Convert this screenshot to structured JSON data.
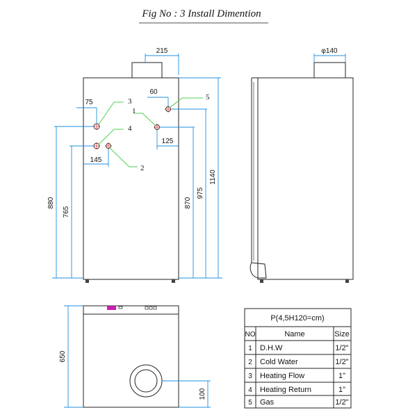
{
  "title": "Fig No : 3  Install  Dimention",
  "front_view": {
    "dims": {
      "top_pipe_width": "215",
      "offset_60": "60",
      "offset_75": "75",
      "offset_125": "125",
      "offset_145": "145",
      "height_880": "880",
      "height_765": "765",
      "height_870": "870",
      "height_975": "975",
      "height_1140": "1140"
    },
    "callouts": {
      "c1": "1",
      "c2": "2",
      "c3": "3",
      "c4": "4",
      "c5": "5"
    }
  },
  "side_view": {
    "flue_diameter": "φ140"
  },
  "bottom_view": {
    "depth": "650",
    "offset_100": "100"
  },
  "table": {
    "caption": "P(4,5H120=cm)",
    "headers": {
      "no": "NO",
      "name": "Name",
      "size": "Size"
    },
    "rows": [
      {
        "no": "1",
        "name": "D.H.W",
        "size": "1/2\""
      },
      {
        "no": "2",
        "name": "Cold Water",
        "size": "1/2\""
      },
      {
        "no": "3",
        "name": "Heating Flow",
        "size": "1\""
      },
      {
        "no": "4",
        "name": "Heating Return",
        "size": "1\""
      },
      {
        "no": "5",
        "name": "Gas",
        "size": "1/2\""
      }
    ]
  },
  "colors": {
    "dimension_blue": "#1f8fe0",
    "leader_green": "#4fd14f",
    "accent_magenta": "#c71fb3"
  }
}
